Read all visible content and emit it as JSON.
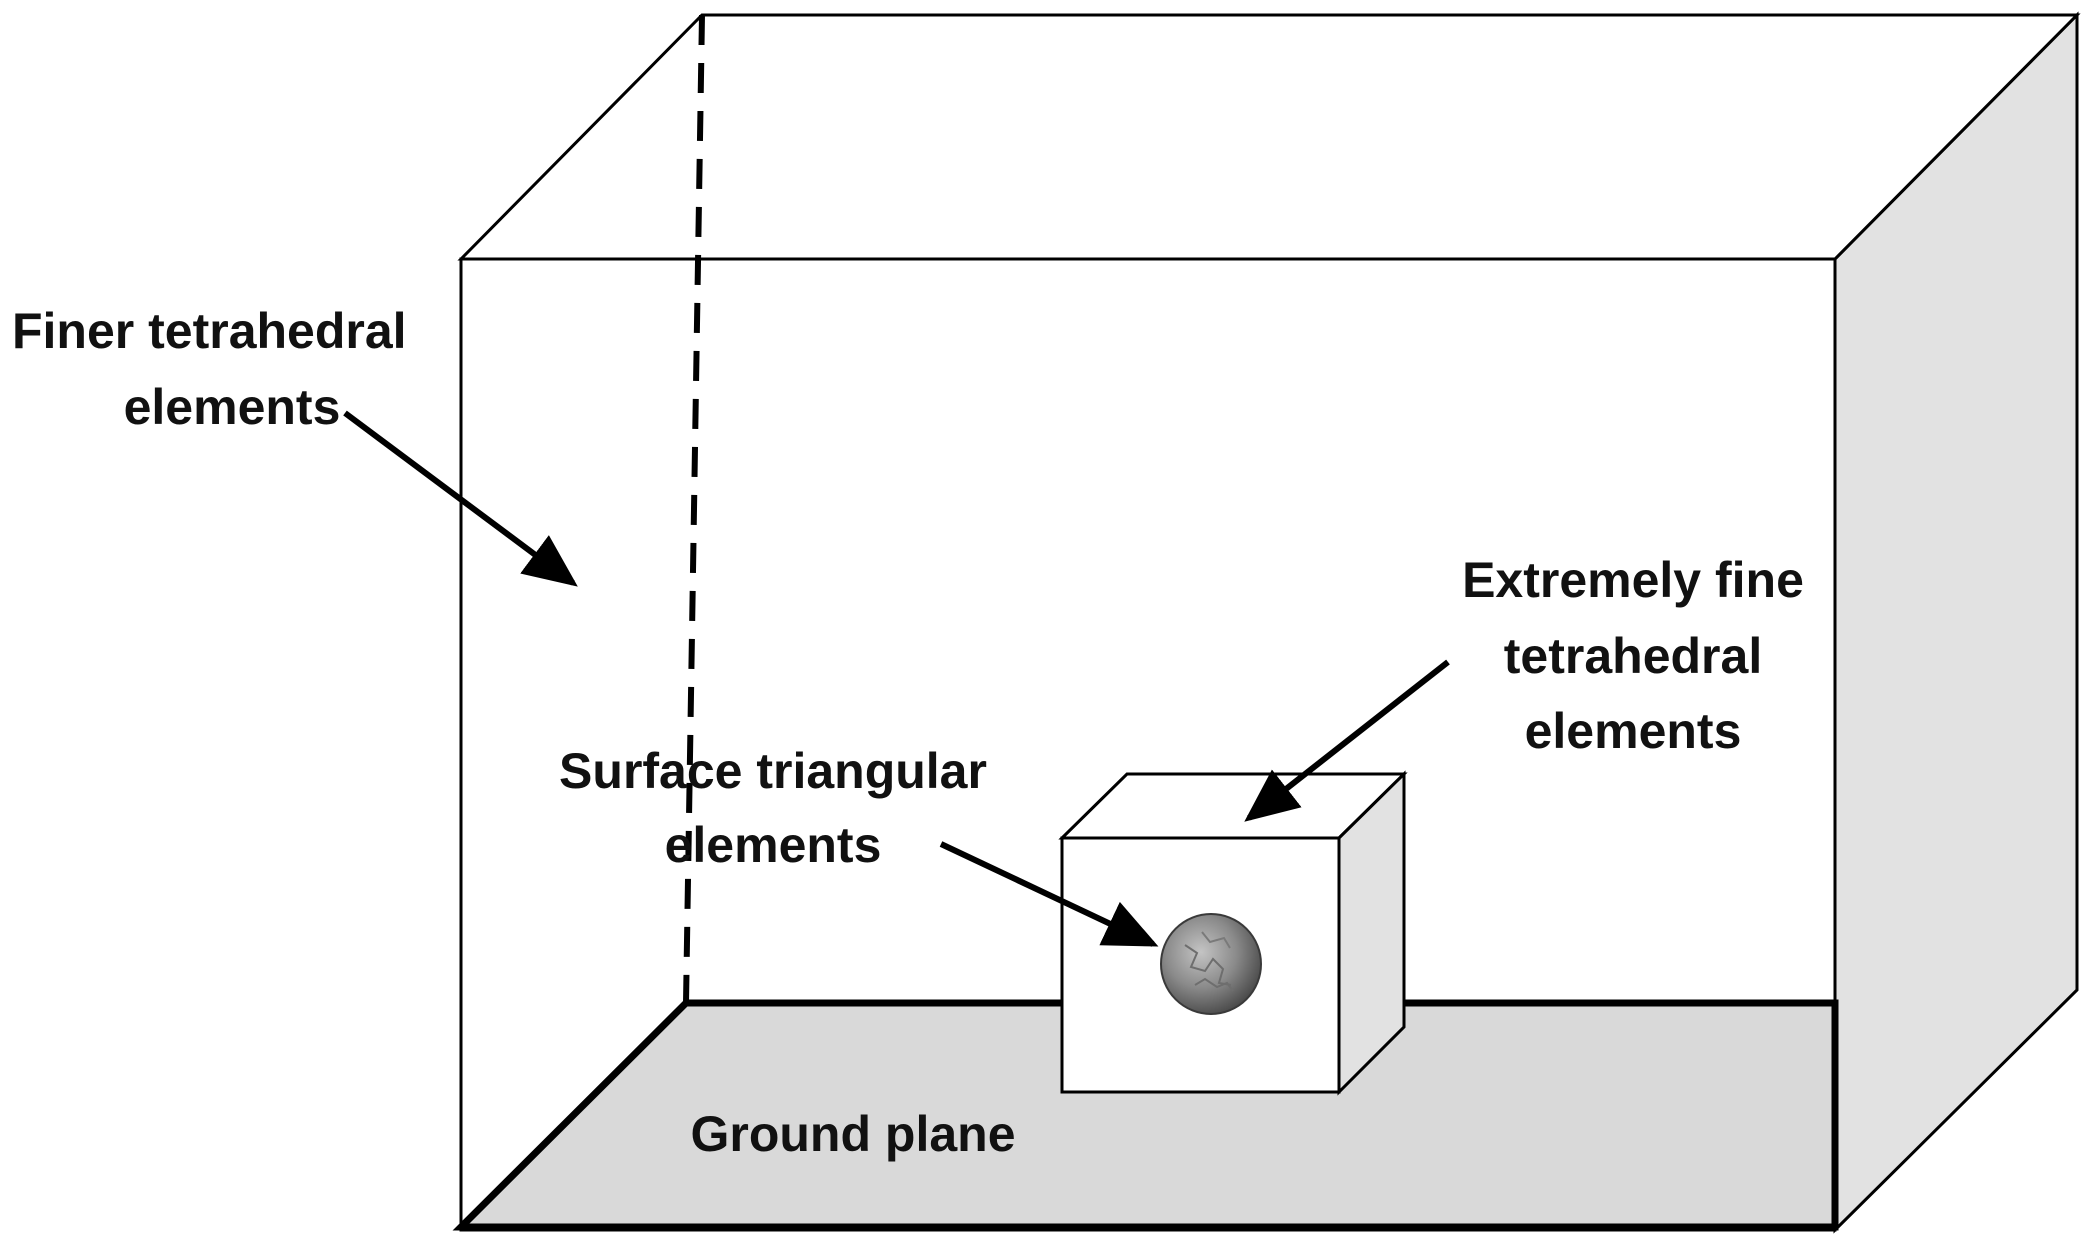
{
  "labels": {
    "finer_line1": "Finer tetrahedral",
    "finer_line2": "elements",
    "extreme_line1": "Extremely fine",
    "extreme_line2": "tetrahedral",
    "extreme_line3": "elements",
    "surface_line1": "Surface triangular",
    "surface_line2": "elements",
    "ground": "Ground plane"
  },
  "colors": {
    "stroke": "#000000",
    "side_face": "#e2e2e2",
    "ground_plane": "#d9d9d9",
    "background": "#ffffff",
    "sphere_light": "#b0b0b0",
    "sphere_dark": "#5a5a5a"
  },
  "icons": {
    "scatterer": "textured-sphere-icon"
  }
}
